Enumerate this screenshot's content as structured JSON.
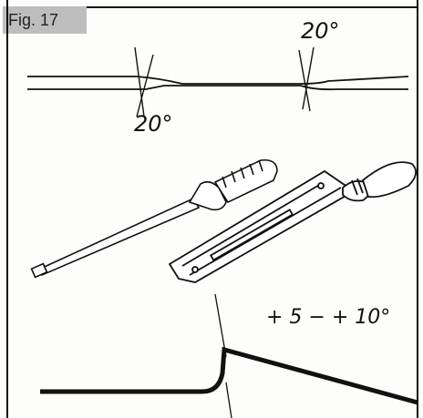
{
  "figure": {
    "label": "Fig. 17",
    "angle_top": "20°",
    "angle_bottom": "20°",
    "range_label": "+ 5 − + 10°"
  },
  "colors": {
    "ink": "#111111",
    "tab": "#bdbdbd",
    "paper": "#fdfdfb"
  }
}
